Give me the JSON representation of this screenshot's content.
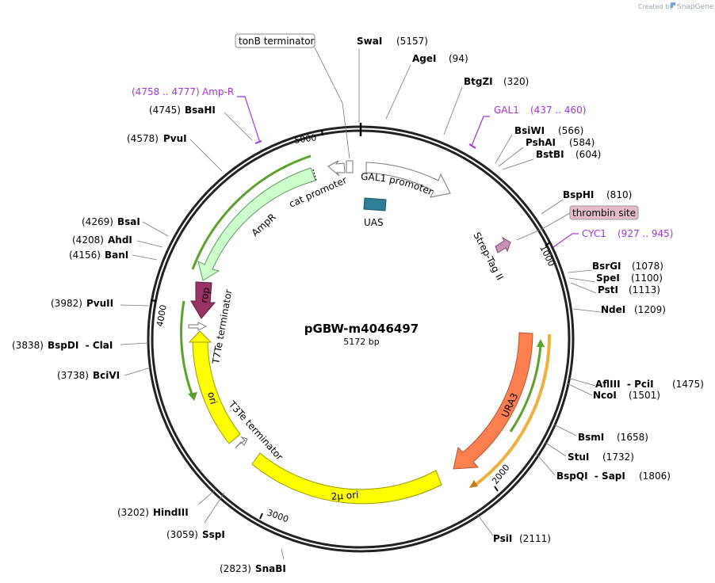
{
  "credit": {
    "prefix": "Created by",
    "brand": "SnapGene"
  },
  "plasmid": {
    "name": "pGBW-m4046497",
    "size_label": "5172 bp",
    "length": 5172
  },
  "ticks": [
    {
      "pos": 1000,
      "label": "1000"
    },
    {
      "pos": 2000,
      "label": "2000"
    },
    {
      "pos": 3000,
      "label": "3000"
    },
    {
      "pos": 4000,
      "label": "4000"
    },
    {
      "pos": 5000,
      "label": "5000"
    }
  ],
  "sites": [
    {
      "name": "SwaI",
      "pos": "(5157)"
    },
    {
      "name": "AgeI",
      "pos": "(94)"
    },
    {
      "name": "BtgZI",
      "pos": "(320)"
    },
    {
      "name": "BsiWI",
      "pos": "(566)"
    },
    {
      "name": "PshAI",
      "pos": "(584)"
    },
    {
      "name": "BstBI",
      "pos": "(604)"
    },
    {
      "name": "BspHI",
      "pos": "(810)"
    },
    {
      "name": "BsrGI",
      "pos": "(1078)"
    },
    {
      "name": "SpeI",
      "pos": "(1100)"
    },
    {
      "name": "PstI",
      "pos": "(1113)"
    },
    {
      "name": "NdeI",
      "pos": "(1209)"
    },
    {
      "name": "AflIII  - PciI",
      "pos": "(1475)"
    },
    {
      "name": "NcoI",
      "pos": "(1501)"
    },
    {
      "name": "BsmI",
      "pos": "(1658)"
    },
    {
      "name": "StuI",
      "pos": "(1732)"
    },
    {
      "name": "BspQI  - SapI",
      "pos": "(1806)"
    },
    {
      "name": "PsiI",
      "pos": "(2111)"
    },
    {
      "name": "SnaBI",
      "pos": "(2823)"
    },
    {
      "name": "SspI",
      "pos": "(3059)"
    },
    {
      "name": "HindIII",
      "pos": "(3202)"
    },
    {
      "name": "BciVI",
      "pos": "(3738)"
    },
    {
      "name": "BspDI  - ClaI",
      "pos": "(3838)"
    },
    {
      "name": "PvuII",
      "pos": "(3982)"
    },
    {
      "name": "BanI",
      "pos": "(4156)"
    },
    {
      "name": "AhdI",
      "pos": "(4208)"
    },
    {
      "name": "BsaI",
      "pos": "(4269)"
    },
    {
      "name": "PvuI",
      "pos": "(4578)"
    },
    {
      "name": "BsaHI",
      "pos": "(4745)"
    }
  ],
  "primers": [
    {
      "name": "Amp-R",
      "range": "(4758 .. 4777)"
    },
    {
      "name": "GAL1",
      "range": "(437 .. 460)"
    },
    {
      "name": "CYC1",
      "range": "(927 .. 945)"
    }
  ],
  "callouts": [
    {
      "label": "tonB terminator"
    },
    {
      "label": "thrombin site"
    }
  ],
  "features": [
    {
      "label": "GAL1 promoter",
      "color": "#ffffff"
    },
    {
      "label": "UAS",
      "color": "#2e7e96"
    },
    {
      "label": "Strep-Tag II",
      "color": "#c98fb4"
    },
    {
      "label": "URA3",
      "color": "#ff7f50"
    },
    {
      "label": "2μ ori",
      "color": "#ffff00"
    },
    {
      "label": "T3Te terminator",
      "color": "#ffffff"
    },
    {
      "label": "ori",
      "color": "#ffff00"
    },
    {
      "label": "T7Te terminator",
      "color": "#ffffff"
    },
    {
      "label": "rop",
      "color": "#993366"
    },
    {
      "label": "AmpR",
      "color": "#ccffcc"
    },
    {
      "label": "cat promoter",
      "color": "#ffffff"
    }
  ]
}
